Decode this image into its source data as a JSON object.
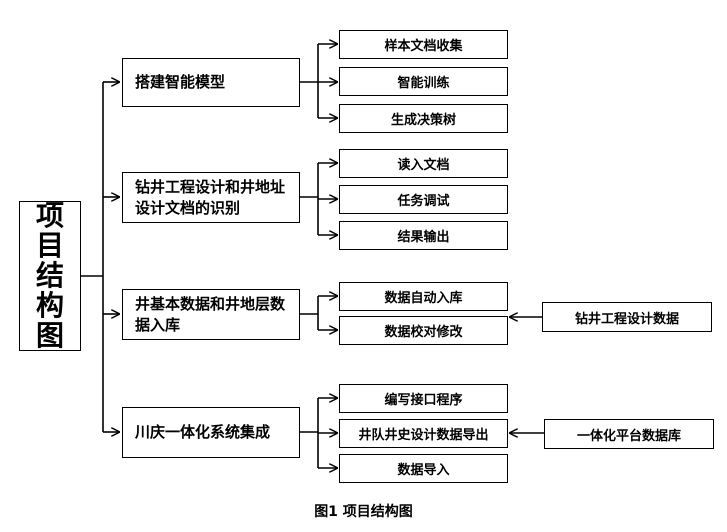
{
  "root": {
    "label": "项目结构图"
  },
  "branches": [
    {
      "label": "搭建智能模型",
      "children": [
        "样本文档收集",
        "智能训练",
        "生成决策树"
      ]
    },
    {
      "label": "钻井工程设计和井地址设计文档的识别",
      "children": [
        "读入文档",
        "任务调试",
        "结果输出"
      ]
    },
    {
      "label": "井基本数据和井地层数据入库",
      "children": [
        "数据自动入库",
        "数据校对修改"
      ]
    },
    {
      "label": "川庆一体化系统集成",
      "children": [
        "编写接口程序",
        "井队井史设计数据导出",
        "数据导入"
      ]
    }
  ],
  "sources": [
    {
      "label": "钻井工程设计数据",
      "target": "数据校对修改"
    },
    {
      "label": "一体化平台数据库",
      "target": "井队井史设计数据导出"
    }
  ],
  "caption": "图1 项目结构图"
}
